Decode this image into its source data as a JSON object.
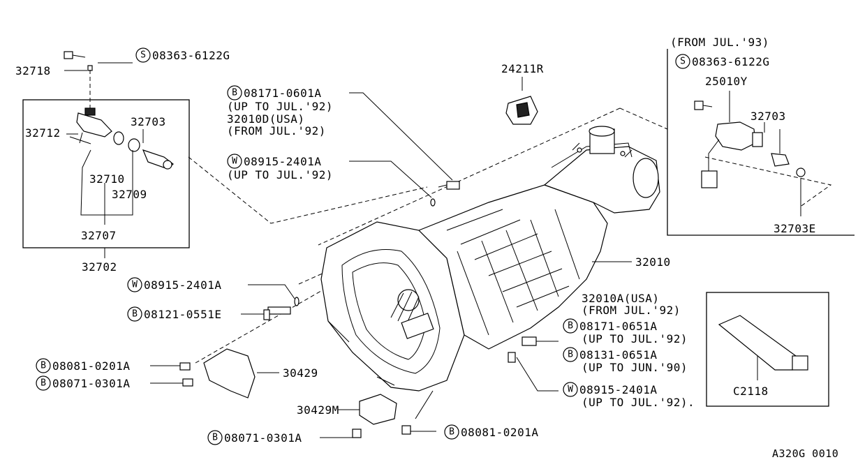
{
  "diagram_code": "A320G 0010",
  "callouts": {
    "s_08363_top": {
      "sym": "S",
      "text": "08363-6122G"
    },
    "p32718": {
      "text": "32718"
    },
    "p32712": {
      "text": "32712"
    },
    "p32703_left": {
      "text": "32703"
    },
    "p32710": {
      "text": "32710"
    },
    "p32709": {
      "text": "32709"
    },
    "p32707": {
      "text": "32707"
    },
    "p32702": {
      "text": "32702"
    },
    "b_08171_0601": {
      "sym": "B",
      "text": "08171-0601A",
      "notes": [
        "(UP TO JUL.'92)",
        "32010D(USA)",
        "(FROM JUL.'92)"
      ]
    },
    "w_08915_upper": {
      "sym": "W",
      "text": "08915-2401A",
      "notes": [
        "(UP TO JUL.'92)"
      ]
    },
    "p24211r": {
      "text": "24211R"
    },
    "inset_from": {
      "text": "(FROM JUL.'93)"
    },
    "s_08363_inset": {
      "sym": "S",
      "text": "08363-6122G"
    },
    "p25010y": {
      "text": "25010Y"
    },
    "p32703_right": {
      "text": "32703"
    },
    "p32703e": {
      "text": "32703E"
    },
    "p32010": {
      "text": "32010"
    },
    "w_08915_mid": {
      "sym": "W",
      "text": "08915-2401A"
    },
    "b_08121": {
      "sym": "B",
      "text": "08121-0551E"
    },
    "p32010a": {
      "text": "32010A(USA)",
      "notes": [
        "(FROM JUL.'92)"
      ]
    },
    "b_08171_0651": {
      "sym": "B",
      "text": "08171-0651A",
      "notes": [
        "(UP TO JUL.'92)"
      ]
    },
    "b_08131": {
      "sym": "B",
      "text": "08131-0651A",
      "notes": [
        "(UP TO JUN.'90)"
      ]
    },
    "w_08915_low": {
      "sym": "W",
      "text": "08915-2401A",
      "notes": [
        "(UP TO JUL.'92)."
      ]
    },
    "pc2118": {
      "text": "C2118"
    },
    "b_08081_left": {
      "sym": "B",
      "text": "08081-0201A"
    },
    "b_08071_left": {
      "sym": "B",
      "text": "08071-0301A"
    },
    "p30429": {
      "text": "30429"
    },
    "p30429m": {
      "text": "30429M"
    },
    "b_08071_bottom": {
      "sym": "B",
      "text": "08071-0301A"
    },
    "b_08081_bottom": {
      "sym": "B",
      "text": "08081-0201A"
    }
  }
}
